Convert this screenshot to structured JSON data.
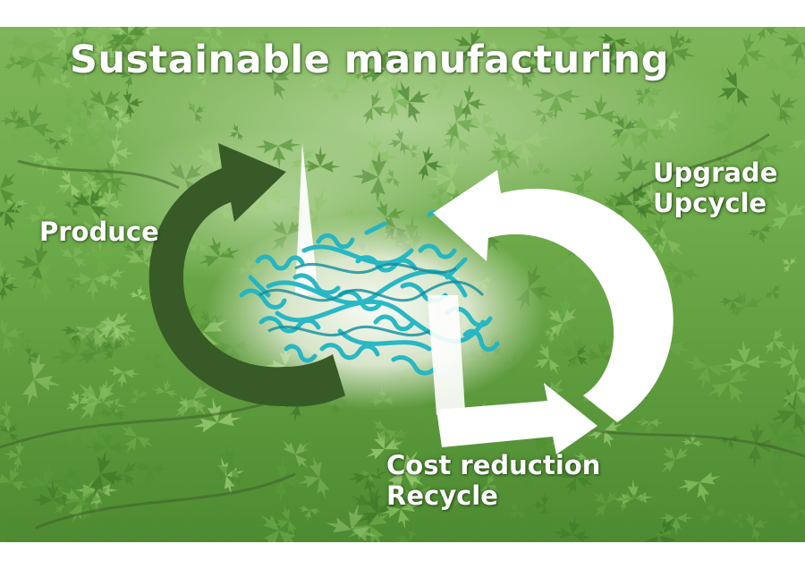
{
  "title": "Sustainable manufacturing",
  "labels": {
    "produce": "Produce",
    "upgrade": "Upgrade",
    "upcycle": "Upcycle",
    "cost_reduction": "Cost reduction",
    "recycle": "Recycle"
  },
  "colors": {
    "forest_background": "#5f9a3c",
    "produce_arrow": "#385a27",
    "cycle_arrow": "#ffffff",
    "protein_ribbon": "#1fb5c4",
    "label_text": "#ffffff"
  },
  "icons": {
    "background": "forest-foliage-photo",
    "center": "protein-structure-ribbon"
  }
}
